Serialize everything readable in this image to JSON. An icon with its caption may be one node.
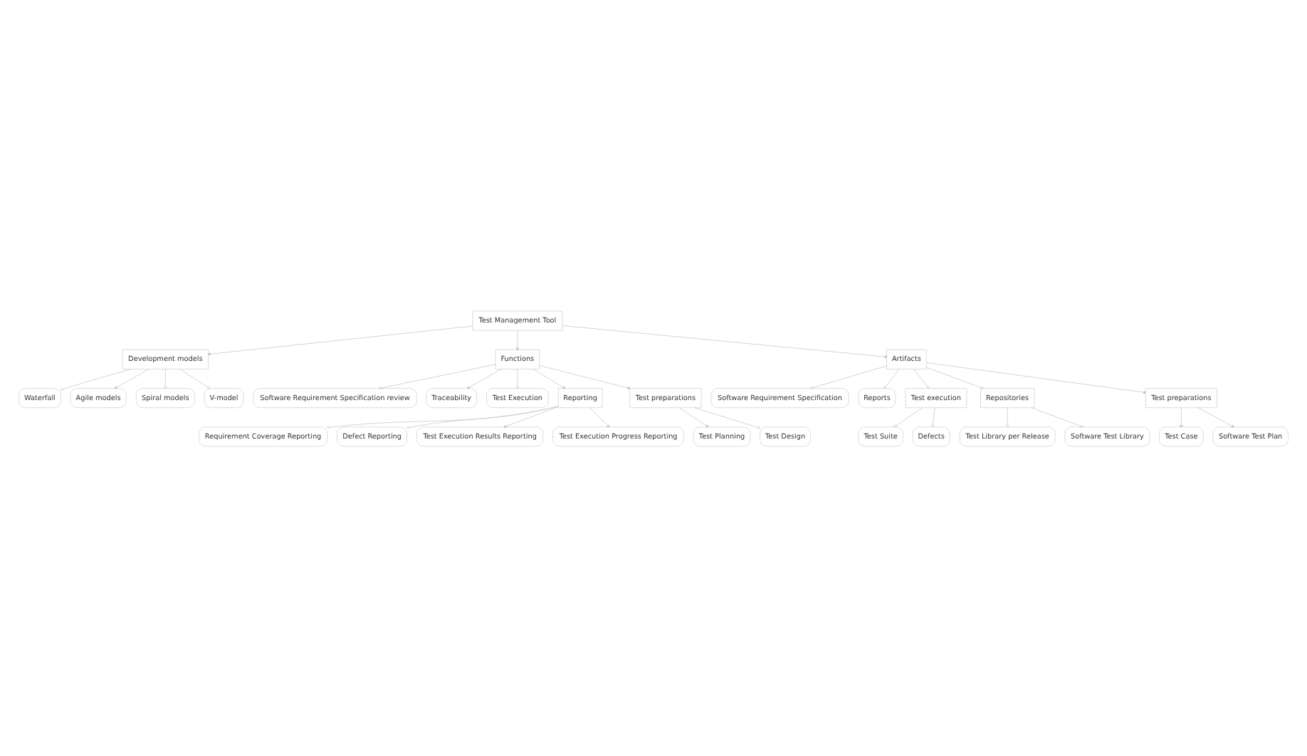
{
  "diagram": {
    "nodes": [
      {
        "text": [
          "Test Management Tool"
        ]
      },
      {
        "text": [
          "Development models"
        ]
      },
      {
        "text": [
          "Functions"
        ]
      },
      {
        "text": [
          "Artifacts"
        ]
      },
      {
        "text": [
          "Waterfall"
        ]
      },
      {
        "text": [
          "Agile models"
        ]
      },
      {
        "text": [
          "Spiral models"
        ]
      },
      {
        "text": [
          "V-model"
        ]
      },
      {
        "text": [
          "Software Requirement Specification review"
        ]
      },
      {
        "text": [
          "Traceability"
        ]
      },
      {
        "text": [
          "Test Execution"
        ]
      },
      {
        "text": [
          "Reporting"
        ]
      },
      {
        "text": [
          "Test preparations"
        ]
      },
      {
        "text": [
          "Test Planning"
        ]
      },
      {
        "text": [
          "Test Design"
        ]
      },
      {
        "text": [
          "Requirement Coverage Reporting"
        ]
      },
      {
        "text": [
          "Defect Reporting"
        ]
      },
      {
        "text": [
          "Test Execution Results Reporting"
        ]
      },
      {
        "text": [
          "Test Execution Progress Reporting"
        ]
      },
      {
        "text": [
          "Software Requirement Specification"
        ]
      },
      {
        "text": [
          "Reports"
        ]
      },
      {
        "text": [
          "Test execution"
        ]
      },
      {
        "text": [
          "Test Suite"
        ]
      },
      {
        "text": [
          "Defects"
        ]
      },
      {
        "text": [
          "Repositories"
        ]
      },
      {
        "text": [
          "Test preparations"
        ]
      },
      {
        "text": [
          "Test Case"
        ]
      },
      {
        "text": [
          "Software Test Plan"
        ]
      },
      {
        "text": [
          "Test Library per Release"
        ]
      },
      {
        "text": [
          "Software Test Library"
        ]
      }
    ],
    "edges": [
      {
        "from": 0,
        "to": 1,
        "arrow": "other"
      },
      {
        "from": 0,
        "to": 2,
        "arrow": "other"
      },
      {
        "from": 0,
        "to": 3,
        "arrow": "other"
      },
      {
        "from": 1,
        "to": 4,
        "arrow": "other"
      },
      {
        "from": 1,
        "to": 5,
        "arrow": "other"
      },
      {
        "from": 1,
        "to": 6,
        "arrow": "other"
      },
      {
        "from": 1,
        "to": 7,
        "arrow": "other"
      },
      {
        "from": 2,
        "to": 8,
        "arrow": "other"
      },
      {
        "from": 2,
        "to": 9,
        "arrow": "other"
      },
      {
        "from": 2,
        "to": 10,
        "arrow": "other"
      },
      {
        "from": 2,
        "to": 11,
        "arrow": "other"
      },
      {
        "from": 2,
        "to": 12,
        "arrow": "other"
      },
      {
        "from": 12,
        "to": 13,
        "arrow": "other"
      },
      {
        "from": 12,
        "to": 14,
        "arrow": "other"
      },
      {
        "from": 11,
        "to": 15,
        "arrow": "other"
      },
      {
        "from": 11,
        "to": 16,
        "arrow": "other"
      },
      {
        "from": 11,
        "to": 17,
        "arrow": "other"
      },
      {
        "from": 11,
        "to": 18,
        "arrow": "other"
      },
      {
        "from": 3,
        "to": 19,
        "arrow": "other"
      },
      {
        "from": 3,
        "to": 20,
        "arrow": "other"
      },
      {
        "from": 3,
        "to": 21,
        "arrow": "other"
      },
      {
        "from": 21,
        "to": 22,
        "arrow": "other"
      },
      {
        "from": 21,
        "to": 23,
        "arrow": "other"
      },
      {
        "from": 3,
        "to": 24,
        "arrow": "other"
      },
      {
        "from": 3,
        "to": 25,
        "arrow": "other"
      },
      {
        "from": 25,
        "to": 26,
        "arrow": "other"
      },
      {
        "from": 25,
        "to": 27,
        "arrow": "other"
      },
      {
        "from": 24,
        "to": 28,
        "arrow": "other"
      },
      {
        "from": 24,
        "to": 29,
        "arrow": "other"
      }
    ]
  }
}
